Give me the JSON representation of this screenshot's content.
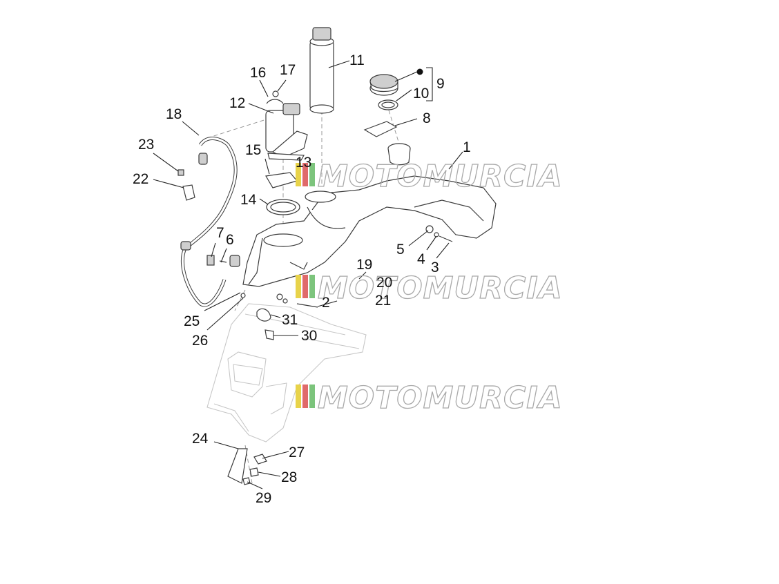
{
  "diagram": {
    "callouts": [
      {
        "id": "1",
        "label": "1"
      },
      {
        "id": "2",
        "label": "2"
      },
      {
        "id": "3",
        "label": "3"
      },
      {
        "id": "4",
        "label": "4"
      },
      {
        "id": "5",
        "label": "5"
      },
      {
        "id": "6",
        "label": "6"
      },
      {
        "id": "7",
        "label": "7"
      },
      {
        "id": "8",
        "label": "8"
      },
      {
        "id": "9",
        "label": "9"
      },
      {
        "id": "10",
        "label": "10"
      },
      {
        "id": "11",
        "label": "11"
      },
      {
        "id": "12",
        "label": "12"
      },
      {
        "id": "13",
        "label": "13"
      },
      {
        "id": "14",
        "label": "14"
      },
      {
        "id": "15",
        "label": "15"
      },
      {
        "id": "16",
        "label": "16"
      },
      {
        "id": "17",
        "label": "17"
      },
      {
        "id": "18",
        "label": "18"
      },
      {
        "id": "19",
        "label": "19"
      },
      {
        "id": "20",
        "label": "20"
      },
      {
        "id": "21",
        "label": "21"
      },
      {
        "id": "22",
        "label": "22"
      },
      {
        "id": "23",
        "label": "23"
      },
      {
        "id": "24",
        "label": "24"
      },
      {
        "id": "25",
        "label": "25"
      },
      {
        "id": "26",
        "label": "26"
      },
      {
        "id": "27",
        "label": "27"
      },
      {
        "id": "28",
        "label": "28"
      },
      {
        "id": "29",
        "label": "29"
      },
      {
        "id": "30",
        "label": "30"
      },
      {
        "id": "31",
        "label": "31"
      }
    ]
  },
  "watermark": {
    "text": "MOTOMURCIA",
    "stripe_colors": [
      "#e8d34a",
      "#e06a6a",
      "#7cc47c"
    ]
  }
}
